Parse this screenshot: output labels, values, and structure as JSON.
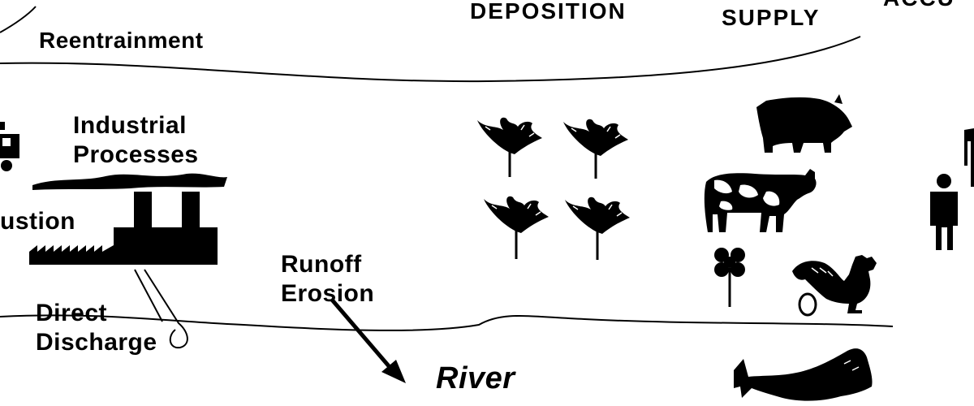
{
  "labels": {
    "deposition": "DEPOSITION",
    "supply": "SUPPLY",
    "cutoff_heading": "ACCU",
    "reentrainment": "Reentrainment",
    "industrial_line1": "Industrial",
    "industrial_line2": "Processes",
    "combustion": "ustion",
    "runoff_line1": "Runoff",
    "runoff_line2": "Erosion",
    "direct_line1": "Direct",
    "direct_line2": "Discharge",
    "river": "River"
  },
  "icons": [
    "tree-icon",
    "pig-icon",
    "cow-icon",
    "clover-icon",
    "rooster-icon",
    "egg-icon",
    "fish-icon",
    "person-icon",
    "factory-icon",
    "truck-icon",
    "arrow-icon"
  ],
  "colors": {
    "ink": "#000000",
    "background": "#ffffff"
  }
}
